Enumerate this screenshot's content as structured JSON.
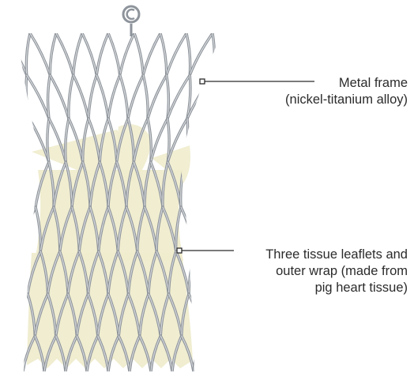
{
  "callouts": {
    "frame": {
      "line1": "Metal frame",
      "line2": "(nickel-titanium alloy)"
    },
    "leaflets": {
      "line1": "Three tissue leaflets and",
      "line2": "outer wrap (made from",
      "line3": "pig heart tissue)"
    }
  },
  "colors": {
    "frame_metal": "#8e949b",
    "frame_highlight": "#d7dadd",
    "tissue": "#efeccd",
    "leader_line": "#2b2b2b"
  }
}
